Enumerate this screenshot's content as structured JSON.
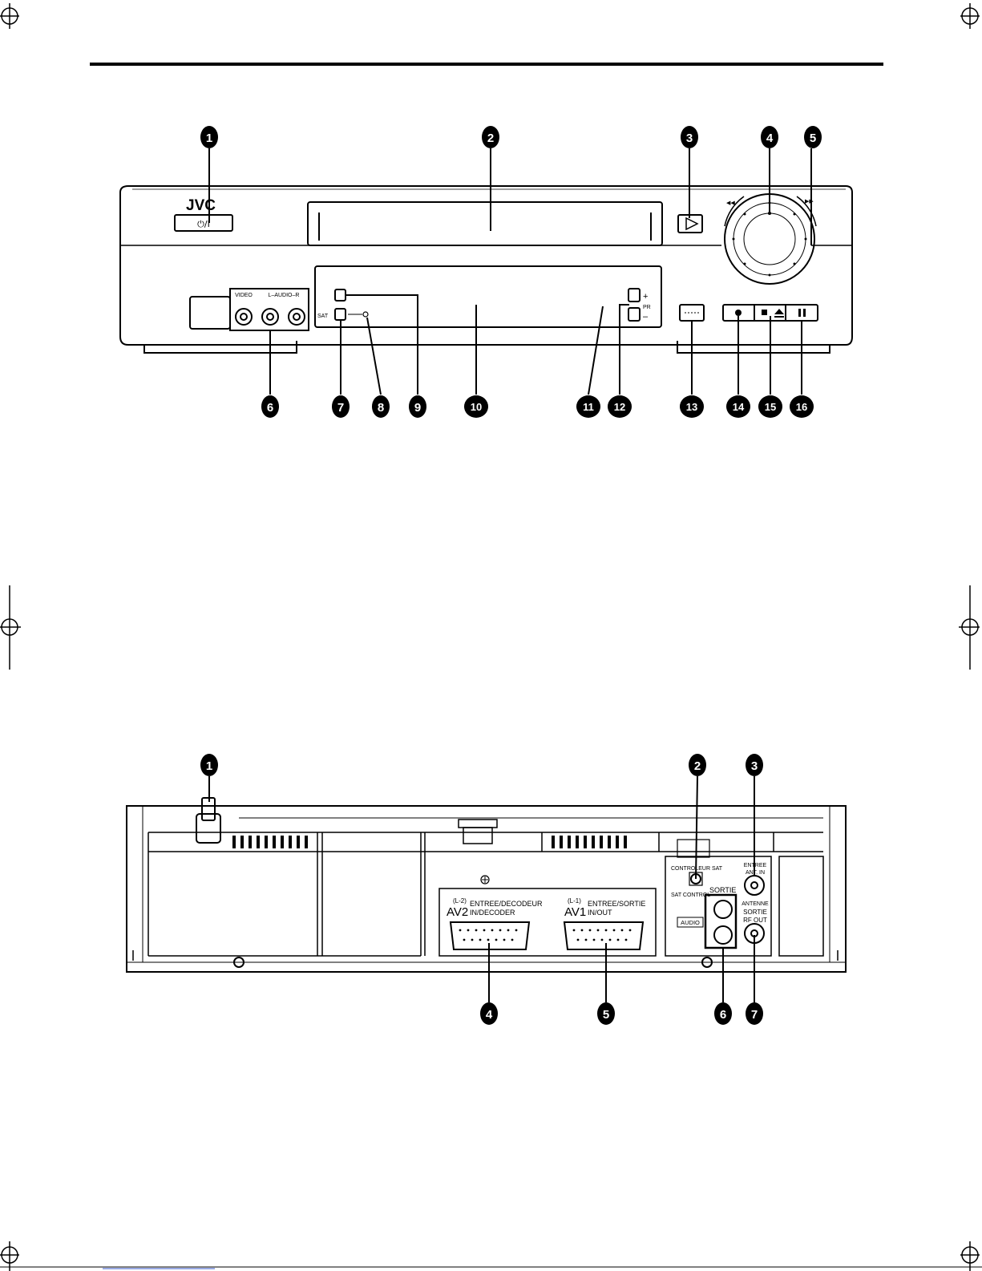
{
  "front_panel": {
    "brand": "JVC",
    "power_label": "⏻/I",
    "video_label": "VIDEO",
    "audio_label": "L–AUDIO–R",
    "sat_label": "SAT",
    "pr_label": "PR",
    "plus_label": "+",
    "minus_label": "–",
    "rewind_label": "◀◀",
    "forward_label": "▶▶",
    "callouts": [
      "1",
      "2",
      "3",
      "4",
      "5",
      "6",
      "7",
      "8",
      "9",
      "10",
      "11",
      "12",
      "13",
      "14",
      "15",
      "16"
    ]
  },
  "rear_panel": {
    "av2_sub": "(L-2)",
    "av2_label": "AV2",
    "av2_desc_1": "ENTREE/DECODEUR",
    "av2_desc_2": "IN/DECODER",
    "av1_sub": "(L-1)",
    "av1_label": "AV1",
    "av1_desc_1": "ENTREE/SORTIE",
    "av1_desc_2": "IN/OUT",
    "sat_fr": "CONTROLEUR SAT",
    "sat_en": "SAT CONTROL",
    "antenna_in_1": "ENTREE",
    "antenna_in_2": "ANT. IN",
    "sortie_label": "SORTIE",
    "audio_label": "AUDIO",
    "rf_1": "ANTENNE",
    "rf_2": "SORTIE",
    "rf_3": "RF OUT",
    "callouts": [
      "1",
      "2",
      "3",
      "4",
      "5",
      "6",
      "7"
    ]
  }
}
